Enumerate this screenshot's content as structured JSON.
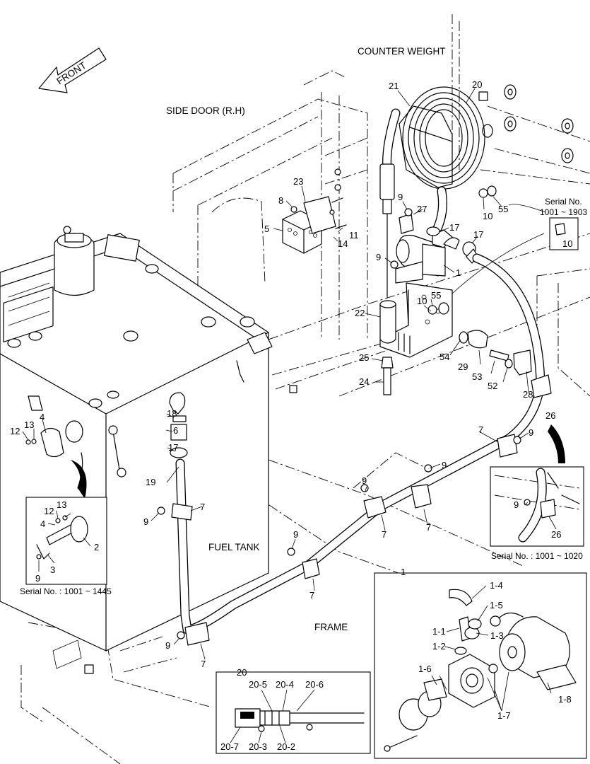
{
  "labels": {
    "front": "FRONT",
    "counter_weight": "COUNTER WEIGHT",
    "side_door": "SIDE DOOR (R.H)",
    "fuel_tank": "FUEL TANK",
    "frame": "FRAME"
  },
  "serial_notes": {
    "top_right": {
      "title": "Serial No.",
      "range": "1001 ~ 1903"
    },
    "left_inset": "Serial No. : 1001 ~ 1445",
    "right_inset": "Serial No. : 1001 ~ 1020"
  },
  "inset_titles": {
    "pump_detail": "1",
    "hose_detail": "20"
  },
  "callouts": {
    "c21": "21",
    "c20": "20",
    "c23": "23",
    "c8": "8",
    "c5": "5",
    "c11": "11",
    "c14": "14",
    "c9a": "9",
    "c27": "27",
    "c17a": "17",
    "c17b": "17",
    "c10a": "10",
    "c55a": "55",
    "c10b": "10",
    "c9b": "9",
    "c1": "1",
    "c55b": "55",
    "c10c": "10",
    "c22": "22",
    "c54": "54",
    "c29": "29",
    "c53": "53",
    "c52": "52",
    "c28": "28",
    "c25": "25",
    "c24": "24",
    "c26": "26",
    "c7a": "7",
    "c9c": "9",
    "c9d": "9",
    "c7b": "7",
    "c9e": "9",
    "c7c": "7",
    "c7d": "7",
    "c18": "18",
    "c6": "6",
    "c17c": "17",
    "c19": "19",
    "c7e": "7",
    "c9f": "9",
    "c9g": "9",
    "c7f": "7",
    "c9h": "9",
    "c7g": "7",
    "c4": "4",
    "c13": "13",
    "c12": "12",
    "i_12": "12",
    "i_13": "13",
    "i_4": "4",
    "i_2": "2",
    "i_3": "3",
    "i_9": "9",
    "r_9": "9",
    "r_26": "26",
    "p_1_4": "1-4",
    "p_1_5": "1-5",
    "p_1_1": "1-1",
    "p_1_3": "1-3",
    "p_1_2": "1-2",
    "p_1_6": "1-6",
    "p_1_7": "1-7",
    "p_1_8": "1-8",
    "h_20_5": "20-5",
    "h_20_4": "20-4",
    "h_20_6": "20-6",
    "h_20_7": "20-7",
    "h_20_3": "20-3",
    "h_20_2": "20-2"
  }
}
